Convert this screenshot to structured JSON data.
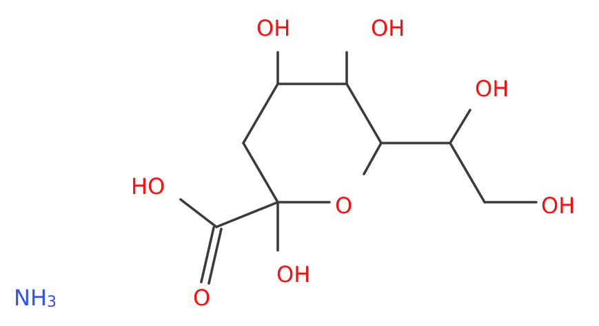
{
  "molecule": {
    "colors": {
      "bond": "#3b3b3b",
      "oxygen": "#ff0d0d",
      "nitrogen": "#3050f8"
    },
    "labels": {
      "oh_c4": "OH",
      "oh_c5": "OH",
      "oh_side_chain": "OH",
      "oh_terminal": "OH",
      "oh_acid": "HO",
      "ring_oxygen": "O",
      "oh_anomeric": "OH",
      "carbonyl_oxygen": "O"
    },
    "counterion": {
      "symbol": "NH",
      "subscript": "3"
    }
  }
}
